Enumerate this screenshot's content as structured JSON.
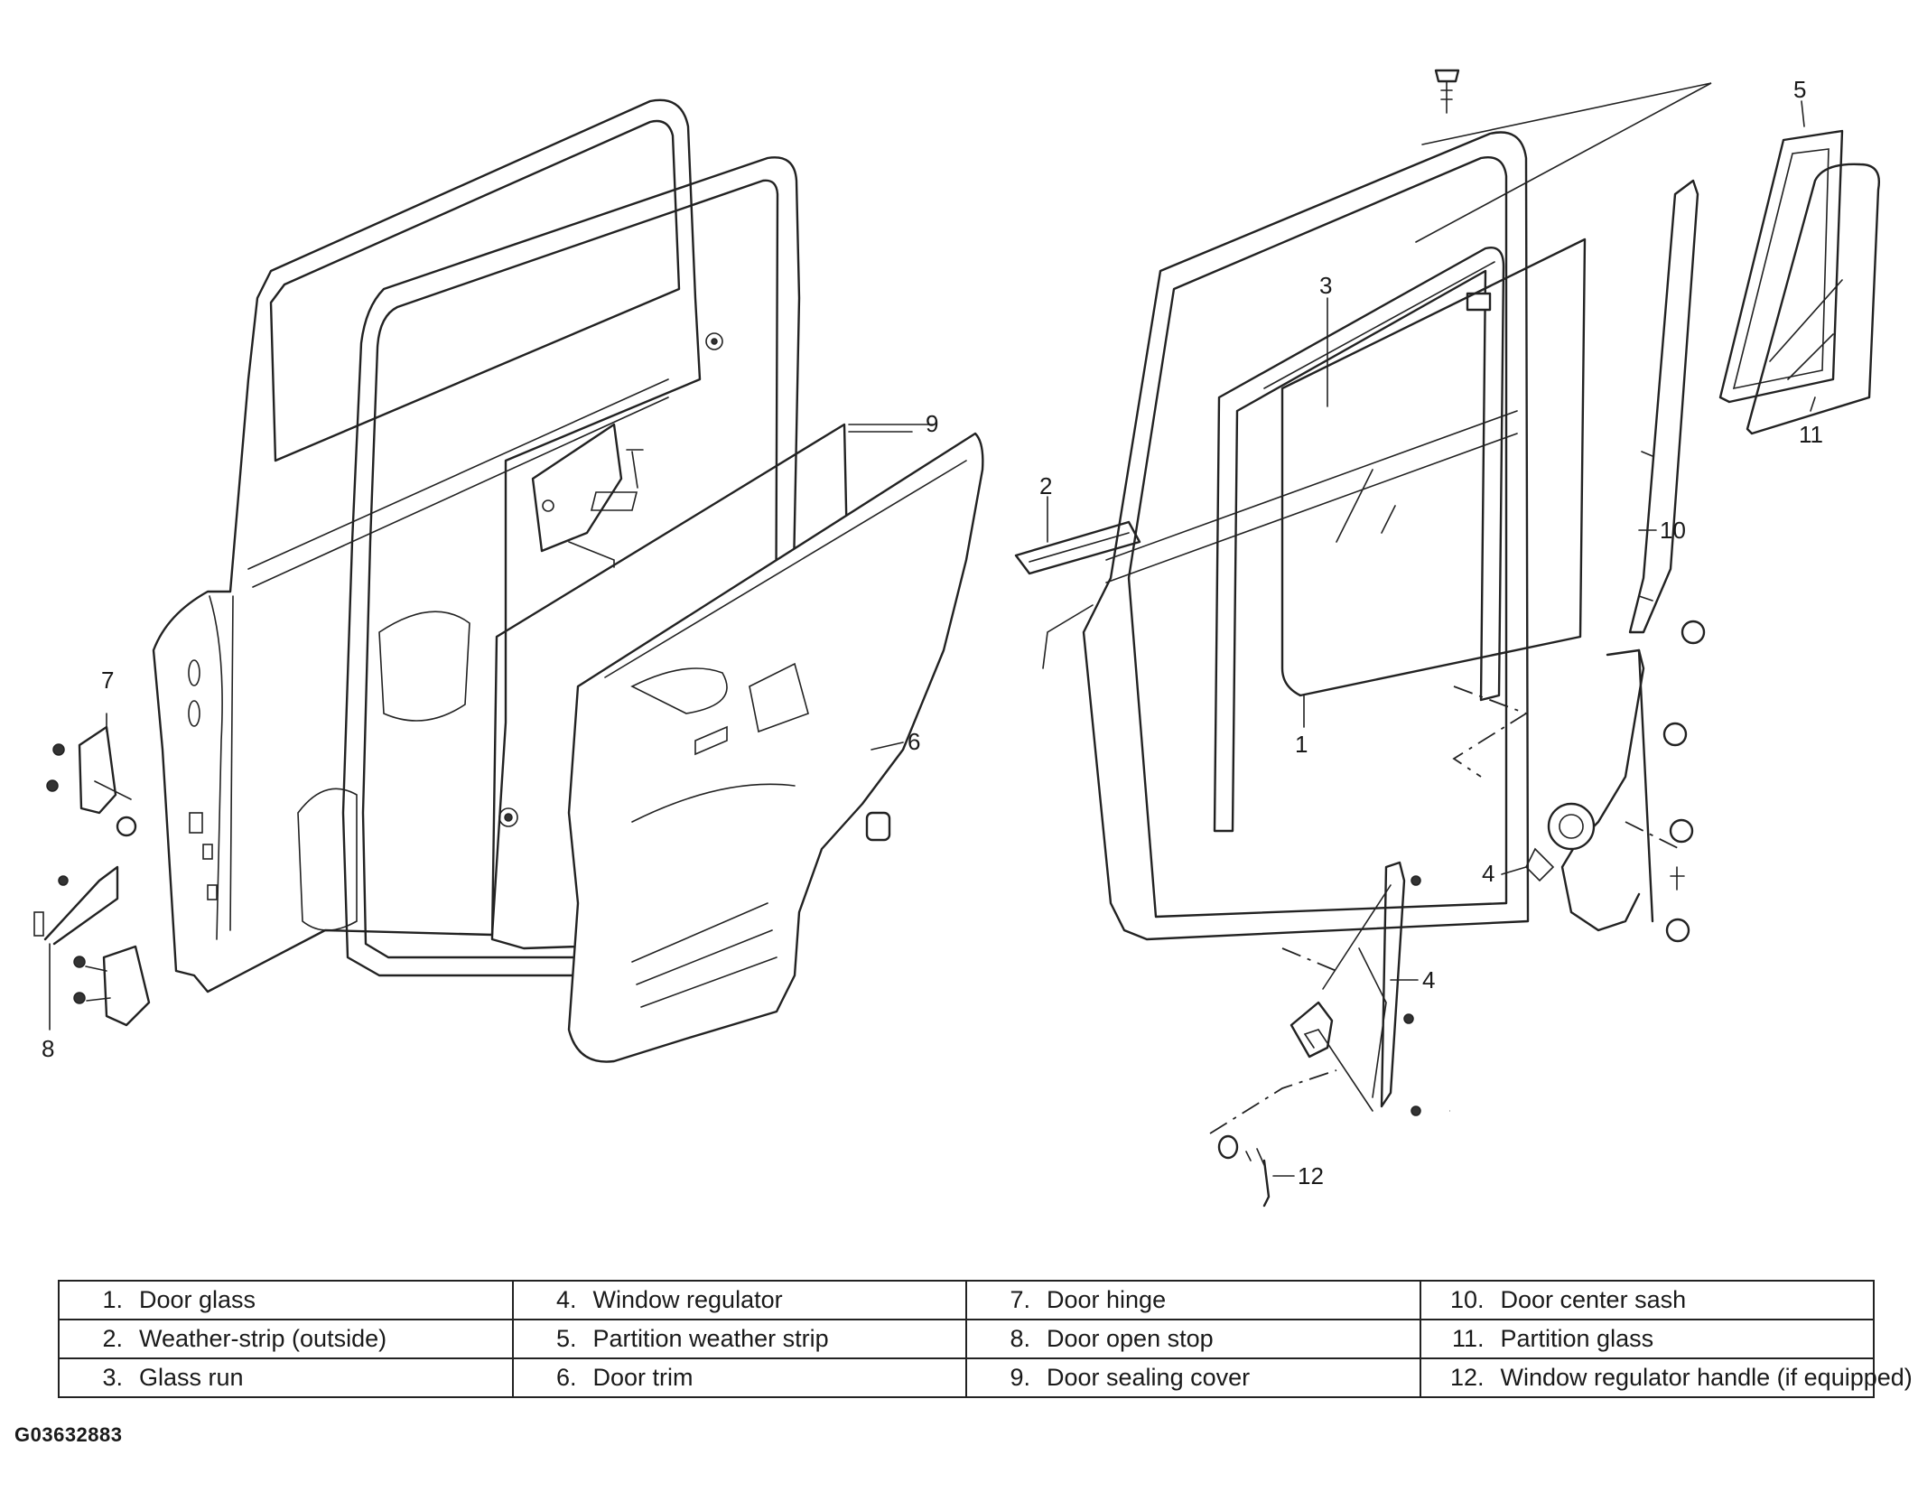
{
  "diagram": {
    "callouts": [
      {
        "id": "c9a",
        "text": "9"
      },
      {
        "id": "c7",
        "text": "7"
      },
      {
        "id": "c6",
        "text": "6"
      },
      {
        "id": "c8",
        "text": "8"
      },
      {
        "id": "c2",
        "text": "2"
      },
      {
        "id": "c3",
        "text": "3"
      },
      {
        "id": "c1",
        "text": "1"
      },
      {
        "id": "c5",
        "text": "5"
      },
      {
        "id": "c11",
        "text": "11"
      },
      {
        "id": "c10",
        "text": "10"
      },
      {
        "id": "c4a",
        "text": "4"
      },
      {
        "id": "c4b",
        "text": "4"
      },
      {
        "id": "c12",
        "text": "12"
      }
    ]
  },
  "legend": {
    "columns": [
      [
        {
          "num": "1.",
          "label": "Door glass"
        },
        {
          "num": "2.",
          "label": "Weather-strip (outside)"
        },
        {
          "num": "3.",
          "label": "Glass run"
        }
      ],
      [
        {
          "num": "4.",
          "label": "Window regulator"
        },
        {
          "num": "5.",
          "label": "Partition weather strip"
        },
        {
          "num": "6.",
          "label": "Door trim"
        }
      ],
      [
        {
          "num": "7.",
          "label": "Door hinge"
        },
        {
          "num": "8.",
          "label": "Door open stop"
        },
        {
          "num": "9.",
          "label": "Door sealing cover"
        }
      ],
      [
        {
          "num": "10.",
          "label": "Door center sash"
        },
        {
          "num": "11.",
          "label": "Partition glass"
        },
        {
          "num": "12.",
          "label": "Window regulator handle (if equipped)"
        }
      ]
    ]
  },
  "figure_id": "G03632883"
}
